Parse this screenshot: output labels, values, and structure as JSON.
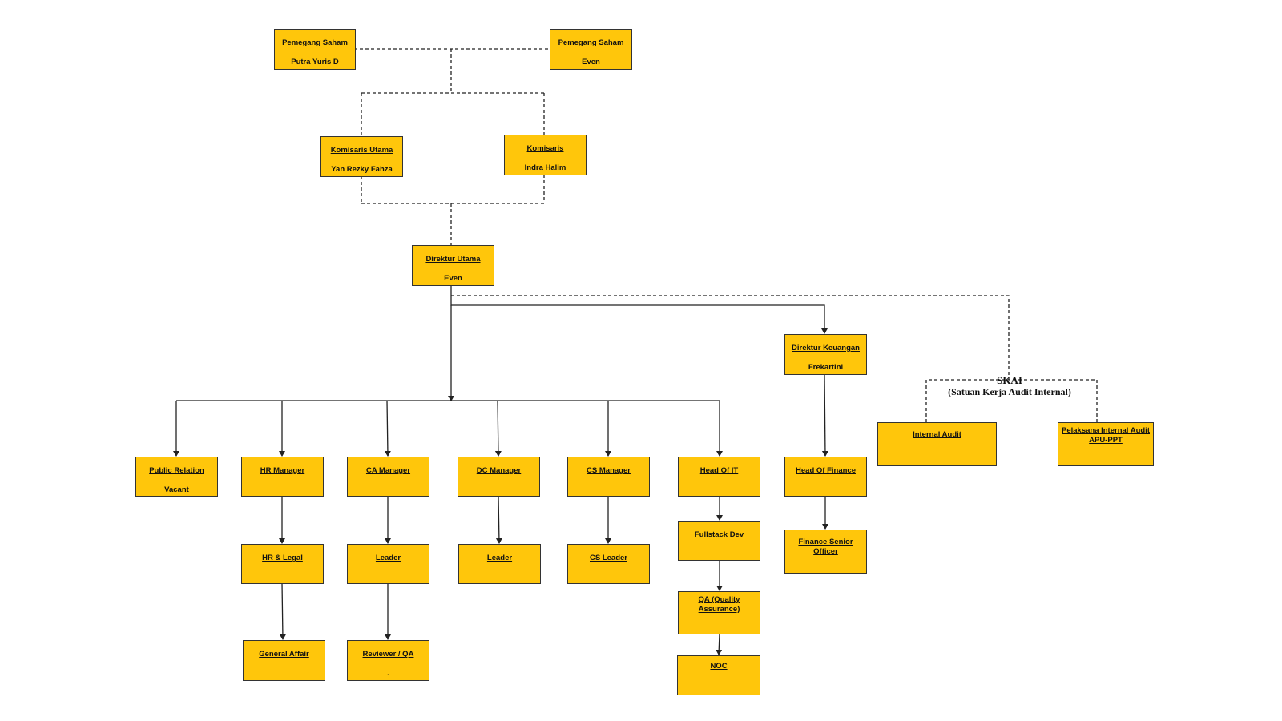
{
  "colors": {
    "box_fill": "#FFC60B",
    "box_border": "#333333",
    "line": "#222222"
  },
  "nodes": {
    "pemegang_saham_1": {
      "title": "Pemegang Saham",
      "name": "Putra Yuris D"
    },
    "pemegang_saham_2": {
      "title": "Pemegang Saham",
      "name": "Even"
    },
    "komisaris_utama": {
      "title": "Komisaris Utama",
      "name": "Yan Rezky Fahza"
    },
    "komisaris": {
      "title": "Komisaris",
      "name": "Indra Halim"
    },
    "direktur_utama": {
      "title": "Direktur Utama",
      "name": "Even"
    },
    "direktur_keuangan": {
      "title": "Direktur Keuangan",
      "name": "Frekartini"
    },
    "public_relation": {
      "title": "Public Relation",
      "name": "Vacant"
    },
    "hr_manager": {
      "title": "HR Manager",
      "name": ""
    },
    "ca_manager": {
      "title": "CA Manager",
      "name": ""
    },
    "dc_manager": {
      "title": "DC Manager",
      "name": ""
    },
    "cs_manager": {
      "title": "CS Manager",
      "name": ""
    },
    "head_of_it": {
      "title": "Head Of IT",
      "name": ""
    },
    "head_of_finance": {
      "title": "Head Of Finance",
      "name": ""
    },
    "hr_legal": {
      "title": "HR & Legal",
      "name": ""
    },
    "ca_leader": {
      "title": "Leader",
      "name": ""
    },
    "dc_leader": {
      "title": "Leader",
      "name": ""
    },
    "cs_leader": {
      "title": "CS Leader",
      "name": ""
    },
    "fullstack_dev": {
      "title": "Fullstack Dev",
      "name": ""
    },
    "finance_senior_officer": {
      "title": "Finance Senior\nOfficer",
      "name": ""
    },
    "general_affair": {
      "title": "General Affair",
      "name": ""
    },
    "reviewer_qa": {
      "title": "Reviewer / QA",
      "name": "."
    },
    "qa": {
      "title": "QA (Quality\nAssurance)",
      "name": ""
    },
    "noc": {
      "title": "NOC",
      "name": ""
    },
    "internal_audit": {
      "title": "Internal Audit",
      "name": ""
    },
    "pelaksana_internal_audit": {
      "title": "Pelaksana Internal Audit\nAPU-PPT",
      "name": ""
    }
  },
  "skai": {
    "title": "SKAI",
    "subtitle": "(Satuan Kerja Audit Internal)"
  }
}
